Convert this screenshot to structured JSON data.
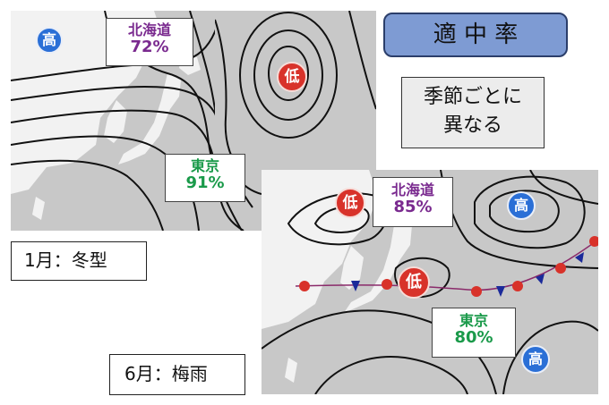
{
  "title": "適 中 率",
  "note": [
    "季節ごとに",
    "異なる"
  ],
  "winter": {
    "caption": "1月：冬型",
    "hokkaido": {
      "name": "北海道",
      "pct": "72%"
    },
    "tokyo": {
      "name": "東京",
      "pct": "91%"
    },
    "high_label": "高",
    "low_label": "低"
  },
  "rainy": {
    "caption": "6月：梅雨",
    "hokkaido": {
      "name": "北海道",
      "pct": "85%"
    },
    "tokyo": {
      "name": "東京",
      "pct": "80%"
    },
    "high_label_1": "高",
    "high_label_2": "高",
    "low_label_1": "低",
    "low_label_2": "低"
  },
  "colors": {
    "title_fill": "#7e9bd3",
    "high": "#2a6fd6",
    "low": "#d8322a",
    "hokkaido_text": "#7a2a8f",
    "tokyo_text": "#1a9a4a",
    "map_sea": "#c8c8c8",
    "map_land": "#f2f2f2"
  }
}
